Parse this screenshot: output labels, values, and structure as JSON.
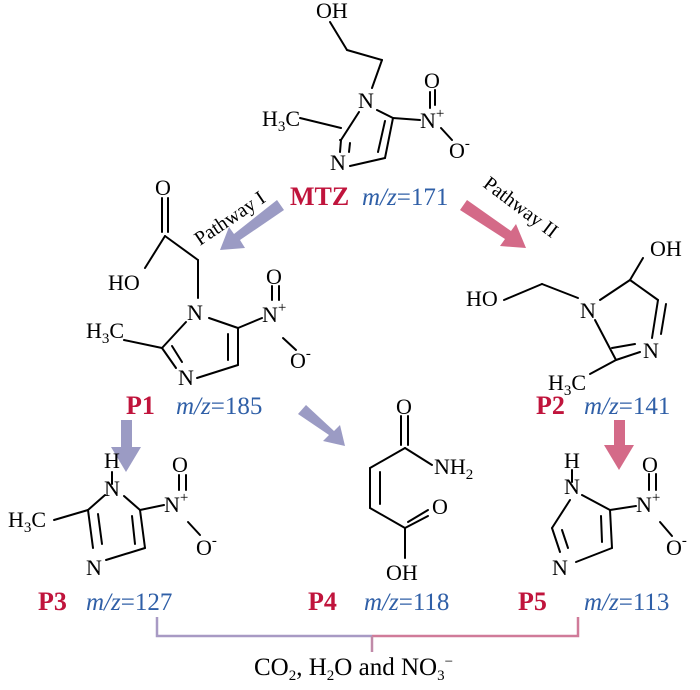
{
  "colors": {
    "name": "#c0143c",
    "mz": "#2f5fa7",
    "arrow_pathway_1": "#9b9bc4",
    "arrow_pathway_2": "#d46a88",
    "bracket_left": "#a89ac4",
    "bracket_right": "#d07b99"
  },
  "pathways": {
    "one": "Pathway I",
    "two": "Pathway II"
  },
  "mz_prefix": "m/z",
  "compounds": {
    "mtz": {
      "name": "MTZ",
      "mz": "=171"
    },
    "p1": {
      "name": "P1",
      "mz": "=185"
    },
    "p2": {
      "name": "P2",
      "mz": "=141"
    },
    "p3": {
      "name": "P3",
      "mz": "=127"
    },
    "p4": {
      "name": "P4",
      "mz": "=118"
    },
    "p5": {
      "name": "P5",
      "mz": "=113"
    }
  },
  "atoms": {
    "oh": "OH",
    "ho": "HO",
    "n": "N",
    "o": "O",
    "h": "H",
    "c": "C",
    "h3": "H",
    "three": "3",
    "two": "2",
    "plus": "+",
    "minus": "-",
    "nh": "NH"
  },
  "final_products": {
    "co": "CO",
    "sub_2a": "2",
    "comma_h": ", H",
    "sub_2b": "2",
    "o_and_no": "O and NO",
    "sub_3": "3",
    "sup_minus": "−"
  }
}
